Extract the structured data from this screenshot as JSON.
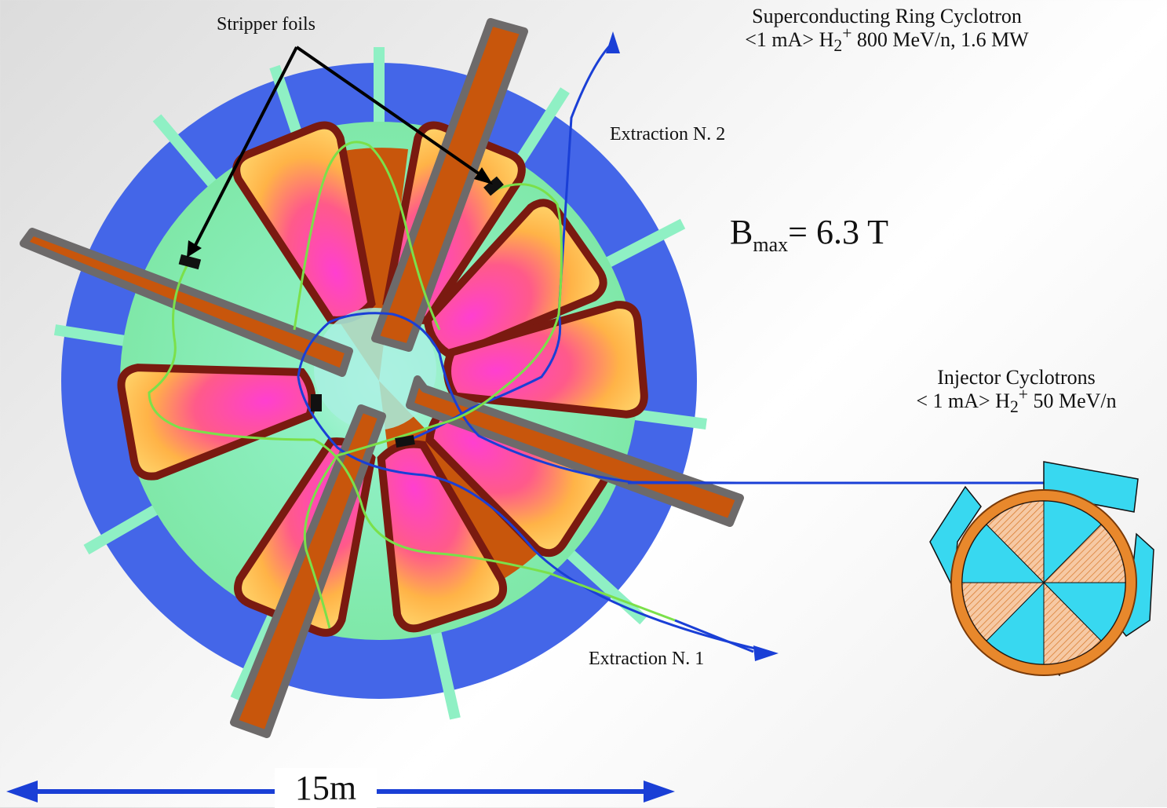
{
  "labels": {
    "stripper_foils": "Stripper foils",
    "ring_title_line1": "Superconducting Ring Cyclotron",
    "ring_title_line2_pre": "<1 mA> H",
    "ring_title_line2_sub": "2",
    "ring_title_line2_sup": "+",
    "ring_title_line2_post": " 800 MeV/n, 1.6 MW",
    "extraction_2": "Extraction N. 2",
    "extraction_1": "Extraction N. 1",
    "bmax_B": "B",
    "bmax_sub": "max",
    "bmax_value": "= 6.3 T",
    "injector_line1": "Injector Cyclotrons",
    "injector_line2_pre": "< 1 mA> H",
    "injector_line2_sub": "2",
    "injector_line2_sup": "+",
    "injector_line2_post": " 50 MeV/n",
    "scale": "15m"
  },
  "colors": {
    "yoke_blue": "#4466e8",
    "ring_green": "#8ff0c4",
    "sector_pink": "#ff3fb0",
    "sector_orange": "#ffb347",
    "sector_border": "#7a1a10",
    "cavity_brown": "#c8560c",
    "cavity_gray": "#6d6a6a",
    "beam_blue": "#1a3fd6",
    "beam_green": "#7be04a",
    "injector_cyan": "#38d8f0",
    "injector_orange": "#e8882c"
  }
}
